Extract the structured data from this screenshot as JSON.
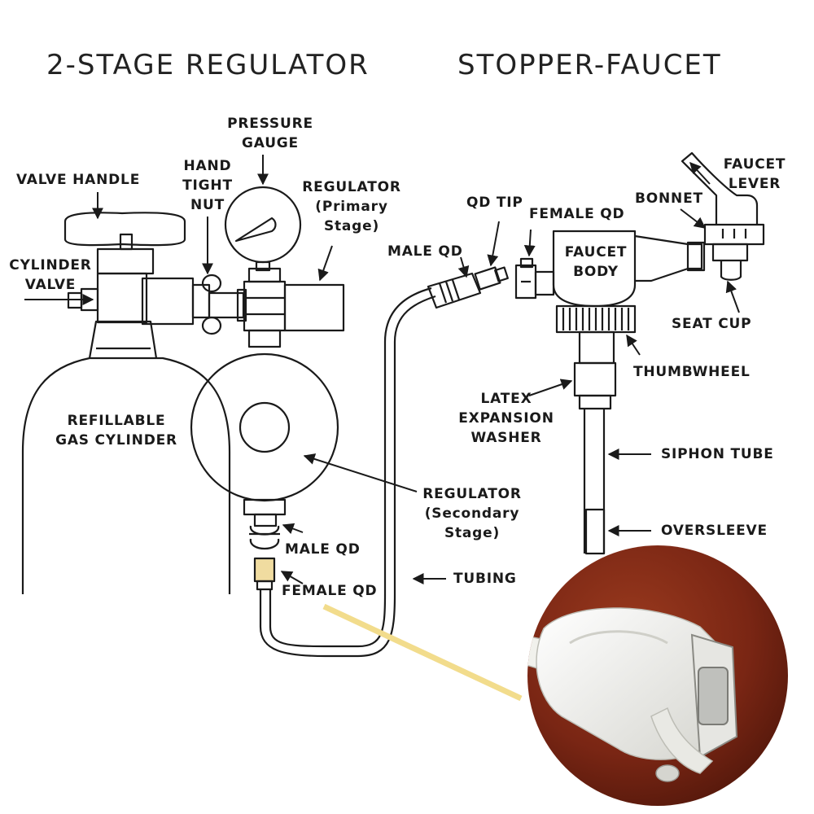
{
  "headings": {
    "left": "2-STAGE REGULATOR",
    "right": "STOPPER-FAUCET"
  },
  "labels": {
    "valve_handle": "VALVE HANDLE",
    "hand_tight_nut": "HAND\nTIGHT\nNUT",
    "pressure_gauge": "PRESSURE\nGAUGE",
    "regulator_primary": "REGULATOR\n(Primary\nStage)",
    "cylinder_valve": "CYLINDER\nVALVE",
    "refillable_gas_cylinder": "REFILLABLE\nGAS CYLINDER",
    "regulator_secondary": "REGULATOR\n(Secondary\nStage)",
    "male_qd_left": "MALE QD",
    "female_qd_left": "FEMALE QD",
    "tubing": "TUBING",
    "qd_tip": "QD TIP",
    "female_qd_right": "FEMALE QD",
    "male_qd_right": "MALE QD",
    "faucet_body": "FAUCET\nBODY",
    "bonnet": "BONNET",
    "faucet_lever": "FAUCET\nLEVER",
    "seat_cup": "SEAT CUP",
    "thumbwheel": "THUMBWHEEL",
    "latex_expansion_washer": "LATEX\nEXPANSION\nWASHER",
    "siphon_tube": "SIPHON TUBE",
    "oversleeve": "OVERSLEEVE"
  },
  "colors": {
    "line": "#1a1a1a",
    "callout": "#f2dc8c",
    "photo_wood": "#7a2614",
    "photo_part": "#f1f1ec"
  }
}
